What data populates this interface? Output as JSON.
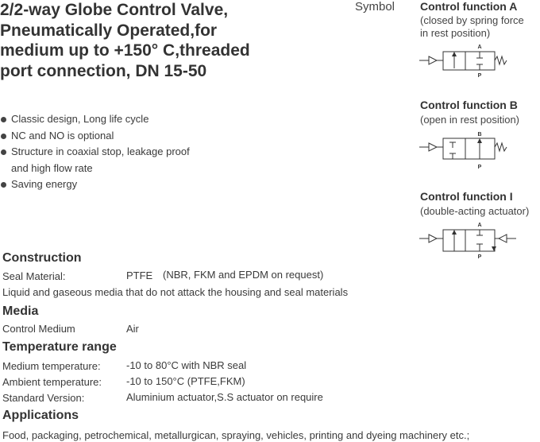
{
  "title_lines": [
    "2/2-way Globe Control Valve,",
    "Pneumatically Operated,for",
    "medium up to +150° C,threaded",
    "port connection, DN 15-50"
  ],
  "symbol_label": "Symbol",
  "control_functions": [
    {
      "heading": "Control function A",
      "sub1": "(closed by spring force",
      "sub2": "in rest position)",
      "port_top": "A",
      "port_bottom": "P",
      "actuator": "spring"
    },
    {
      "heading": "Control function B",
      "sub1": "(open in rest position)",
      "port_top": "B",
      "port_bottom": "P",
      "actuator": "spring"
    },
    {
      "heading": "Control function I",
      "sub1": "(double-acting actuator)",
      "port_top": "A",
      "port_bottom": "P",
      "actuator": "pilot"
    }
  ],
  "features": [
    "Classic  design, Long life cycle",
    "NC and NO is optional",
    "Structure in coaxial stop, leakage proof",
    "and high flow rate",
    "Saving energy"
  ],
  "construction": {
    "heading": "Construction",
    "seal_label": "Seal Material:",
    "seal_value": "PTFE",
    "seal_note": "(NBR, FKM and EPDM on request)",
    "media_note": "Liquid and gaseous media that do not attack the housing and seal materials"
  },
  "media": {
    "heading": "Media",
    "control_label": "Control Medium",
    "control_value": "Air"
  },
  "temperature": {
    "heading": "Temperature range",
    "rows": [
      {
        "label": "Medium temperature:",
        "value": "-10 to 80°C with NBR seal"
      },
      {
        "label": "Ambient  temperature:",
        "value": "-10 to 150°C (PTFE,FKM)"
      },
      {
        "label": "Standard Version:",
        "value": "Aluminium actuator,S.S actuator on require"
      }
    ]
  },
  "applications": {
    "heading": "Applications",
    "text": "Food, packaging, petrochemical, metallurgican, spraying, vehicles, printing and dyeing machinery etc.;"
  }
}
